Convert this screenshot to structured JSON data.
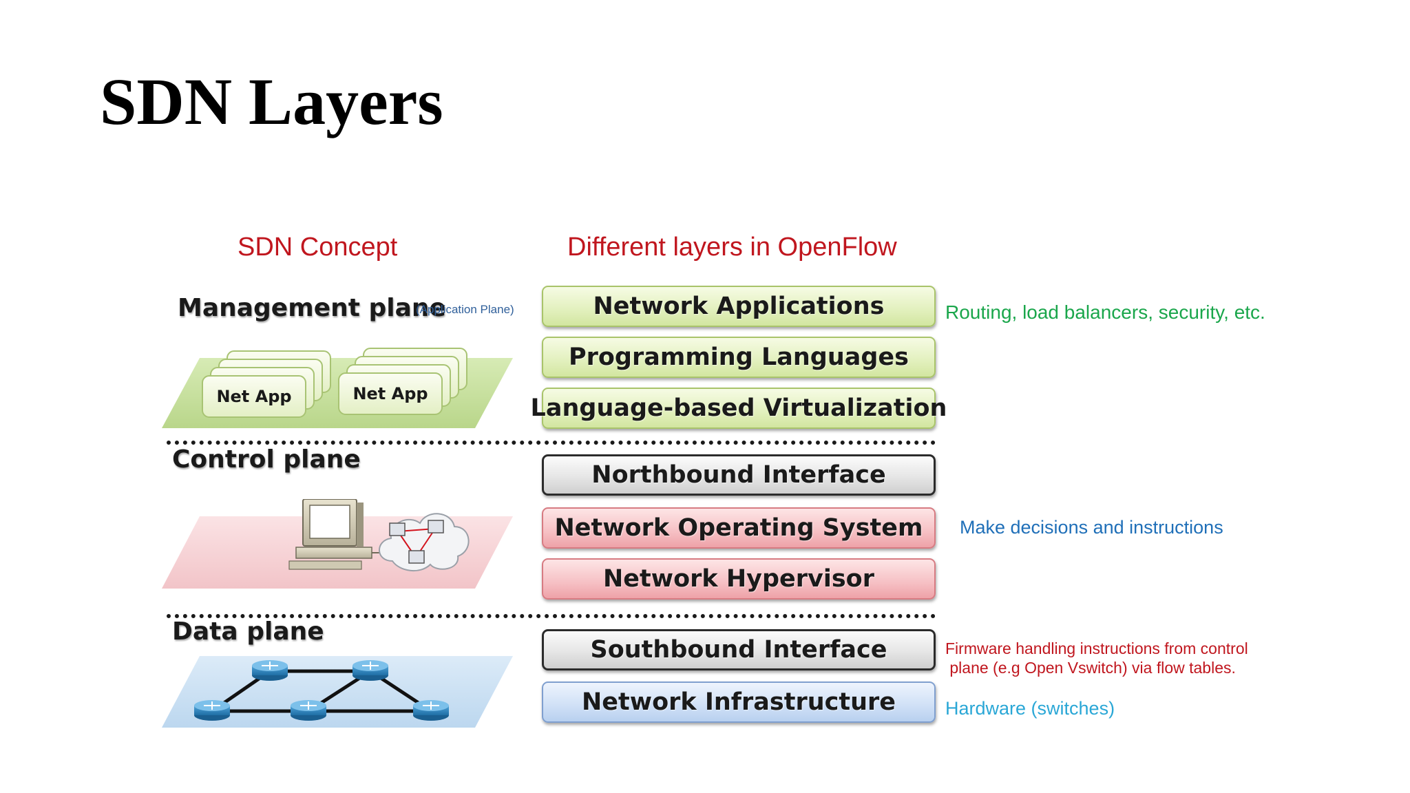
{
  "slide": {
    "title": "SDN Layers"
  },
  "headings": {
    "concept": "SDN Concept",
    "openflow": "Different layers in OpenFlow"
  },
  "planes": {
    "management": {
      "label": "Management plane",
      "note": "(Application Plane)",
      "apps": [
        "Net App",
        "Net App"
      ]
    },
    "control": {
      "label": "Control plane"
    },
    "data": {
      "label": "Data plane"
    }
  },
  "layers": [
    {
      "label": "Network Applications",
      "style": "green"
    },
    {
      "label": "Programming Languages",
      "style": "green"
    },
    {
      "label": "Language-based Virtualization",
      "style": "green"
    },
    {
      "label": "Northbound Interface",
      "style": "gray"
    },
    {
      "label": "Network Operating System",
      "style": "red"
    },
    {
      "label": "Network Hypervisor",
      "style": "red"
    },
    {
      "label": "Southbound Interface",
      "style": "gray"
    },
    {
      "label": "Network Infrastructure",
      "style": "blue"
    }
  ],
  "notes": {
    "applications": "Routing, load balancers, security, etc.",
    "control": "Make decisions and instructions",
    "firmware_line1": "Firmware handling instructions from control",
    "firmware_line2": " plane (e.g Open Vswitch) via flow tables.",
    "hardware": "Hardware (switches)"
  },
  "colors": {
    "heading_red": "#c0161e",
    "note_green": "#1aa64b",
    "note_blue": "#1f6fb8",
    "note_red": "#c0161e",
    "note_cyan": "#2aa7d6",
    "plane_green": "#c6dea0",
    "plane_pink": "#f5d3d6",
    "plane_blue": "#cfe3f5"
  },
  "icons": {
    "management_plane": "net-app-stack-icon",
    "control_plane": "controller-computer-icon",
    "control_cloud": "network-cloud-icon",
    "data_plane": "router-switch-icon"
  }
}
